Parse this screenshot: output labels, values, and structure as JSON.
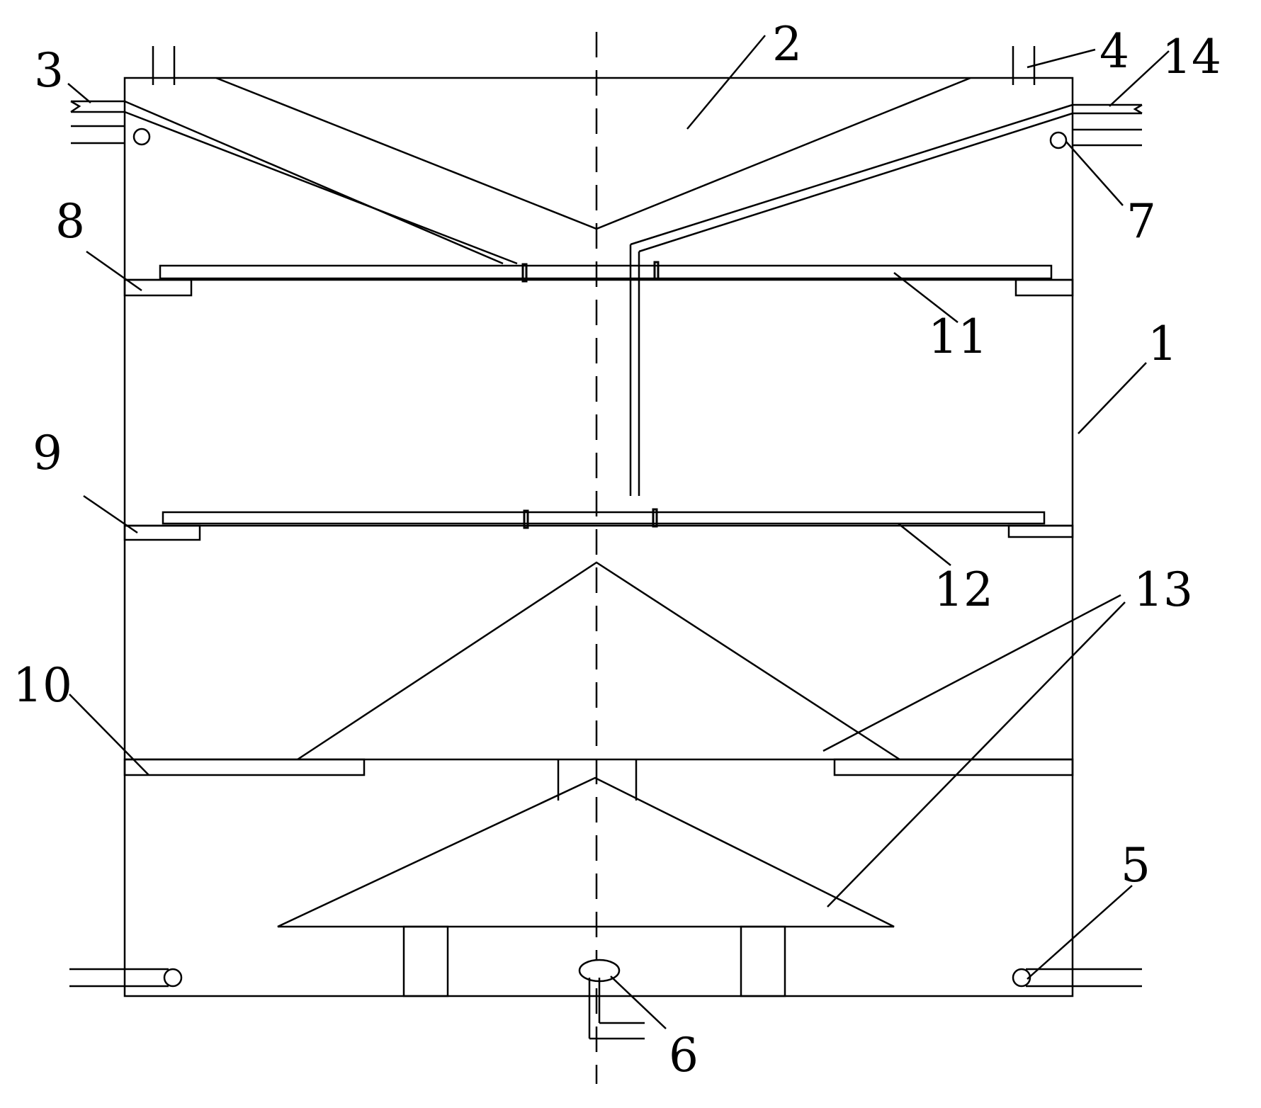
{
  "diagram": {
    "description_labels": [
      "1",
      "2",
      "3",
      "4",
      "5",
      "6",
      "7",
      "8",
      "9",
      "10",
      "11",
      "12",
      "13",
      "14"
    ],
    "colors": {
      "line": "#000000",
      "background": "#ffffff"
    }
  }
}
